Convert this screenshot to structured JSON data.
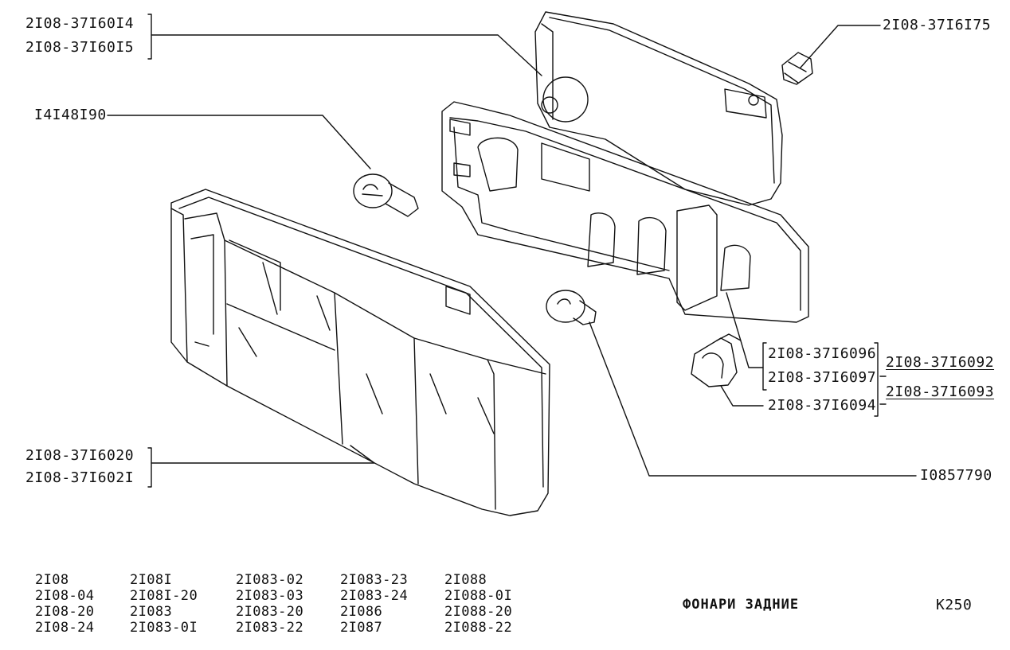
{
  "callouts": {
    "c1a": "2I08-37I60I4",
    "c1b": "2I08-37I60I5",
    "c2": "I4I48I90",
    "c3a": "2I08-37I6020",
    "c3b": "2I08-37I602I",
    "c4": "2I08-37I6I75",
    "c5a": "2I08-37I6096",
    "c5b": "2I08-37I6097",
    "c5c": "2I08-37I6094",
    "c6a": "2I08-37I6092",
    "c6b": "2I08-37I6093",
    "c7": "I0857790"
  },
  "models": [
    [
      "2I08",
      "2I08-04",
      "2I08-20",
      "2I08-24"
    ],
    [
      "2I08I",
      "2I08I-20",
      "2I083",
      "2I083-0I"
    ],
    [
      "2I083-02",
      "2I083-03",
      "2I083-20",
      "2I083-22"
    ],
    [
      "2I083-23",
      "2I083-24",
      "2I086",
      "2I087"
    ],
    [
      "2I088",
      "2I088-0I",
      "2I088-20",
      "2I088-22"
    ]
  ],
  "title": "ФОНАРИ ЗАДНИЕ",
  "page_code": "К250"
}
